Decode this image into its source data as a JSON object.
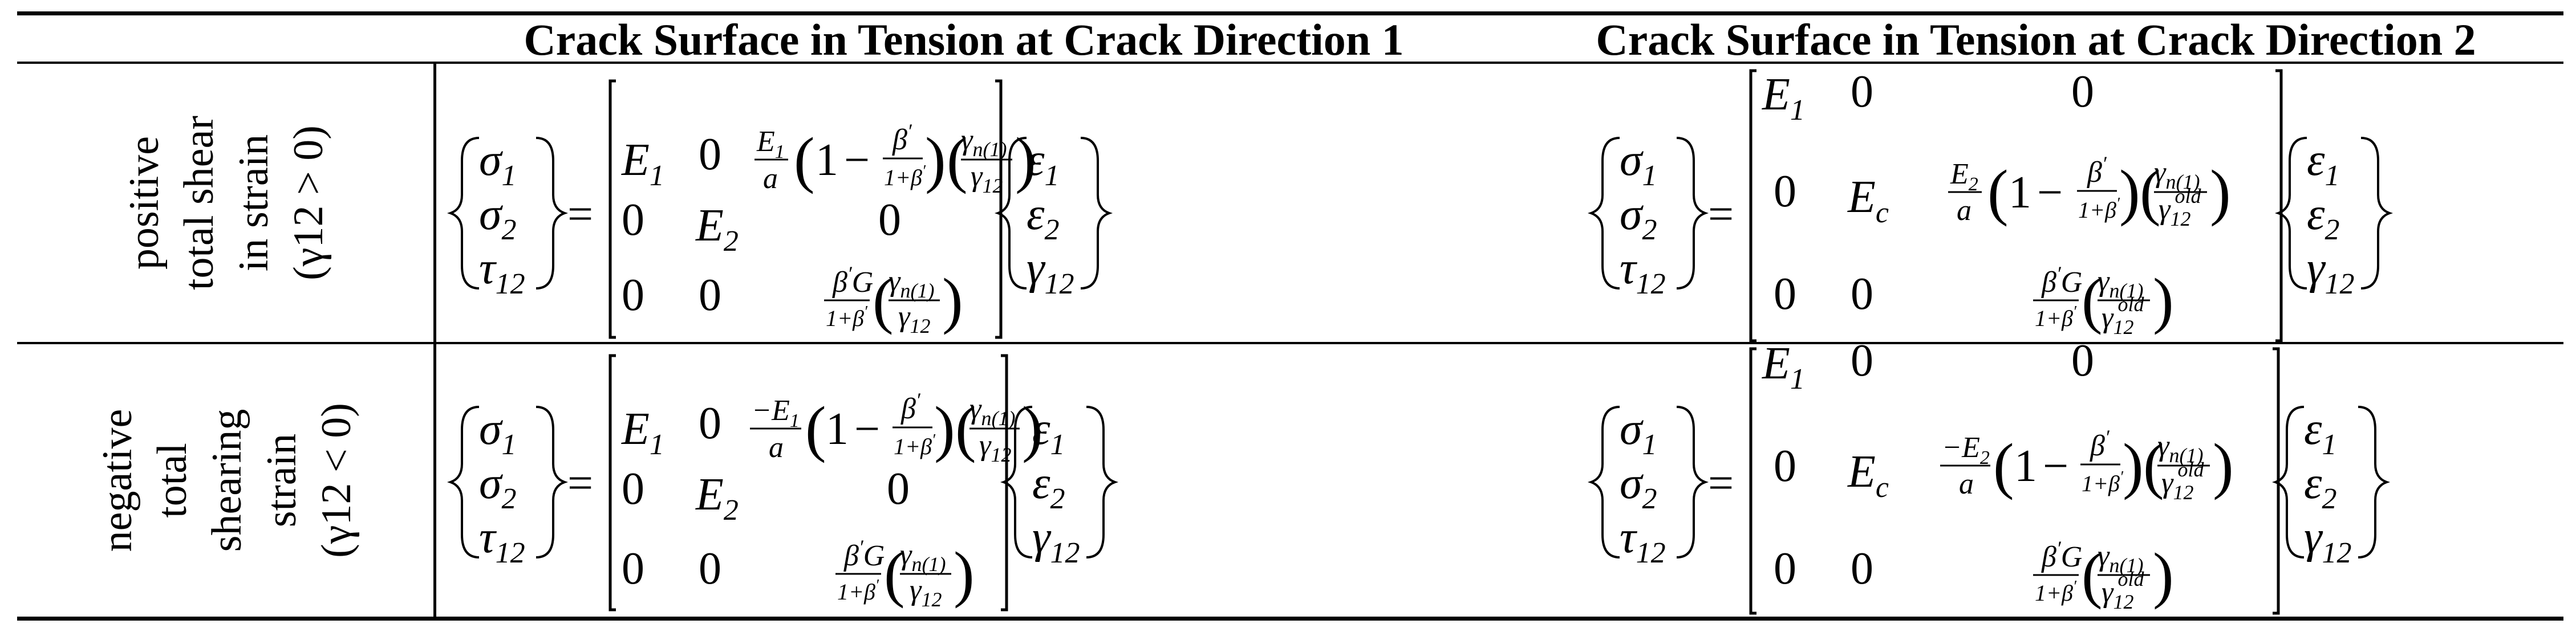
{
  "headers": {
    "col1": "Crack Surface in Tension at Crack Direction 1",
    "col2": "Crack Surface in Tension at Crack Direction 2"
  },
  "rows": [
    {
      "label_lines": [
        "positive",
        "total shear",
        "in strain",
        "(γ12 > 0)"
      ]
    },
    {
      "label_lines": [
        "negative",
        "total",
        "shearing",
        "strain",
        "(γ12 < 0)"
      ]
    }
  ],
  "symbols": {
    "stress": [
      "σ",
      "σ",
      "τ"
    ],
    "stress_sub": [
      "1",
      "2",
      "12"
    ],
    "strain": [
      "ε",
      "ε",
      "γ"
    ],
    "strain_sub": [
      "1",
      "2",
      "12"
    ],
    "equals": "=",
    "zero": "0",
    "E": "E",
    "sub1": "1",
    "sub2": "2",
    "subc": "c",
    "a": "a",
    "one": "1",
    "minus": "−",
    "neg": "−",
    "beta": "β",
    "prime": "′",
    "onePlusBeta": "1+β",
    "G": "G",
    "gamma": "γ",
    "n1": "n(1)",
    "s12": "12",
    "old": "old"
  }
}
